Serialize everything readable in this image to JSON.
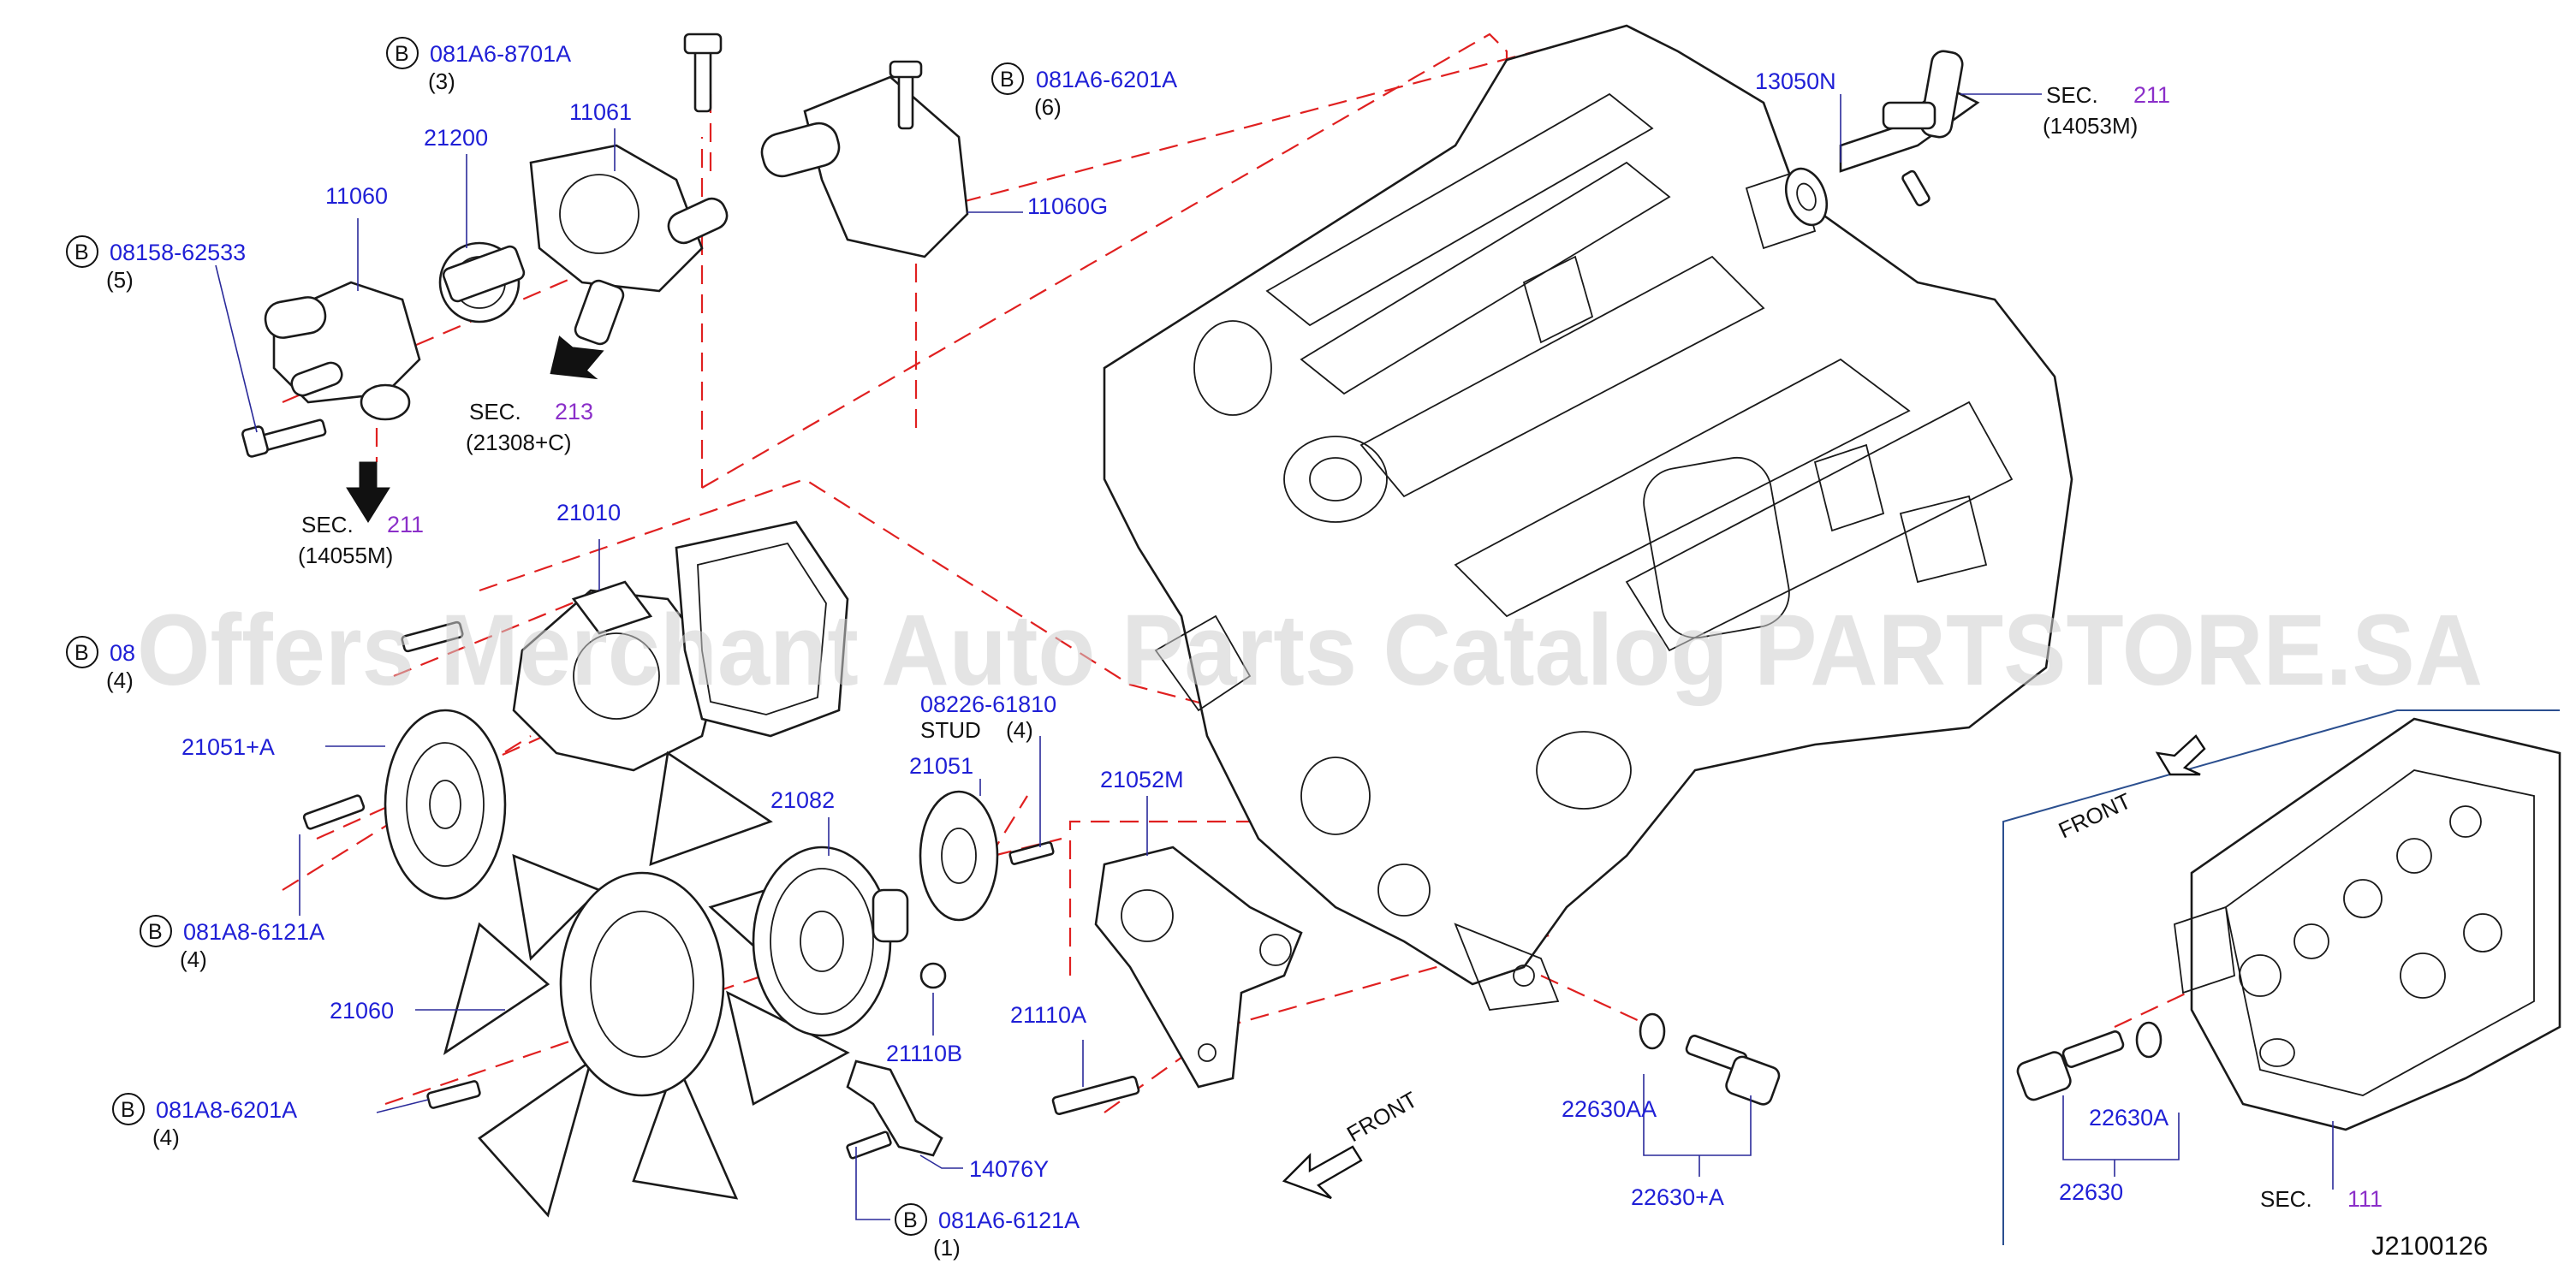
{
  "diagram_code": "J2100126",
  "watermark": "Offers Merchant Auto Parts Catalog PARTSTORE.SA",
  "bolt_marker": "B",
  "front_label": "FRONT",
  "stud_label": "STUD",
  "parts": [
    {
      "id": "p1",
      "number": "081A6-8701A",
      "qty": "(3)",
      "bolt": true
    },
    {
      "id": "p2",
      "number": "11061"
    },
    {
      "id": "p3",
      "number": "21200"
    },
    {
      "id": "p4",
      "number": "11060"
    },
    {
      "id": "p5",
      "number": "08158-62533",
      "qty": "(5)",
      "bolt": true
    },
    {
      "id": "p6",
      "number": "081A6-6201A",
      "qty": "(6)",
      "bolt": true
    },
    {
      "id": "p7",
      "number": "11060G"
    },
    {
      "id": "p8",
      "number": "13050N"
    },
    {
      "id": "p9",
      "number": "21010"
    },
    {
      "id": "p10",
      "number": "08",
      "qty": "(4)",
      "bolt": true
    },
    {
      "id": "p11",
      "number": "21051+A"
    },
    {
      "id": "p12",
      "number": "08226-61810"
    },
    {
      "id": "p13",
      "number": "21051"
    },
    {
      "id": "p14",
      "number": "21052M"
    },
    {
      "id": "p15",
      "number": "21082"
    },
    {
      "id": "p16",
      "number": "081A8-6121A",
      "qty": "(4)",
      "bolt": true
    },
    {
      "id": "p17",
      "number": "21060"
    },
    {
      "id": "p18",
      "number": "21110B"
    },
    {
      "id": "p19",
      "number": "21110A"
    },
    {
      "id": "p20",
      "number": "081A8-6201A",
      "qty": "(4)",
      "bolt": true
    },
    {
      "id": "p21",
      "number": "14076Y"
    },
    {
      "id": "p22",
      "number": "081A6-6121A",
      "qty": "(1)",
      "bolt": true
    },
    {
      "id": "p23",
      "number": "22630AA"
    },
    {
      "id": "p24",
      "number": "22630+A"
    },
    {
      "id": "p25",
      "number": "22630A"
    },
    {
      "id": "p26",
      "number": "22630"
    }
  ],
  "stud_qty": "(4)",
  "sections": [
    {
      "id": "s1",
      "prefix": "SEC.",
      "number": "211",
      "sub": "(14053M)"
    },
    {
      "id": "s2",
      "prefix": "SEC.",
      "number": "213",
      "sub": "(21308+C)"
    },
    {
      "id": "s3",
      "prefix": "SEC.",
      "number": "211",
      "sub": "(14055M)"
    },
    {
      "id": "s4",
      "prefix": "SEC.",
      "number": "111",
      "sub": ""
    }
  ]
}
